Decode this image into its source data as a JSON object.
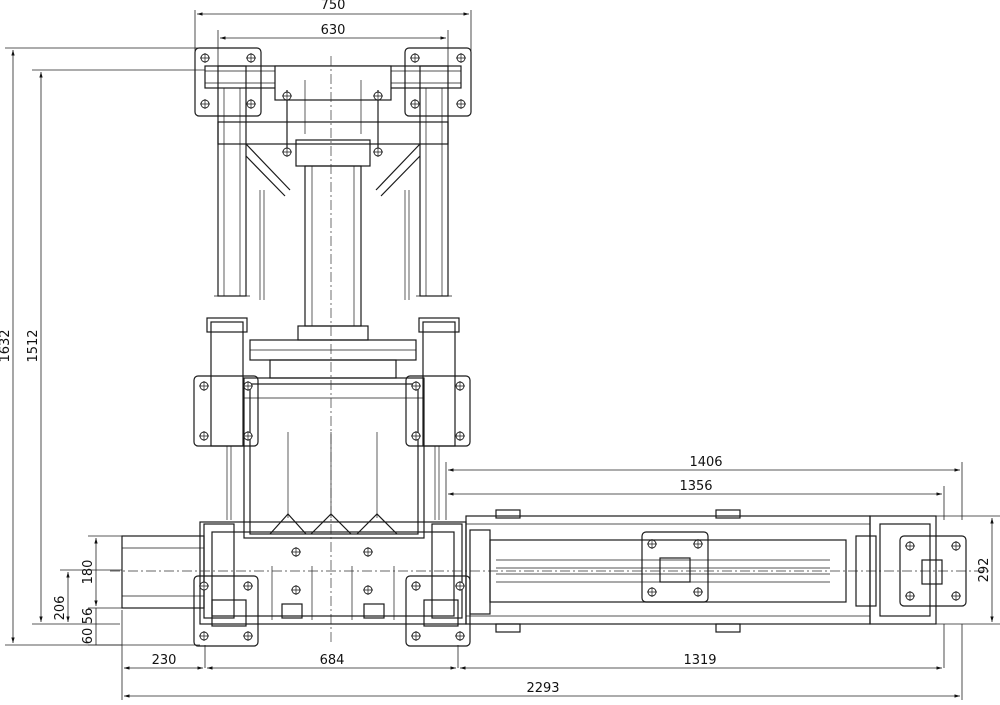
{
  "dimensions": {
    "top_overall_width": "750",
    "top_inner_width": "630",
    "left_overall_height": "1632",
    "left_inner_height": "1512",
    "conveyor_overall_length": "1406",
    "conveyor_inner_length": "1356",
    "right_height": "292",
    "left_small_180": "180",
    "left_small_206": "206",
    "left_small_56": "56",
    "left_small_60": "60",
    "bottom_230": "230",
    "bottom_684": "684",
    "bottom_1319": "1319",
    "bottom_overall": "2293"
  }
}
